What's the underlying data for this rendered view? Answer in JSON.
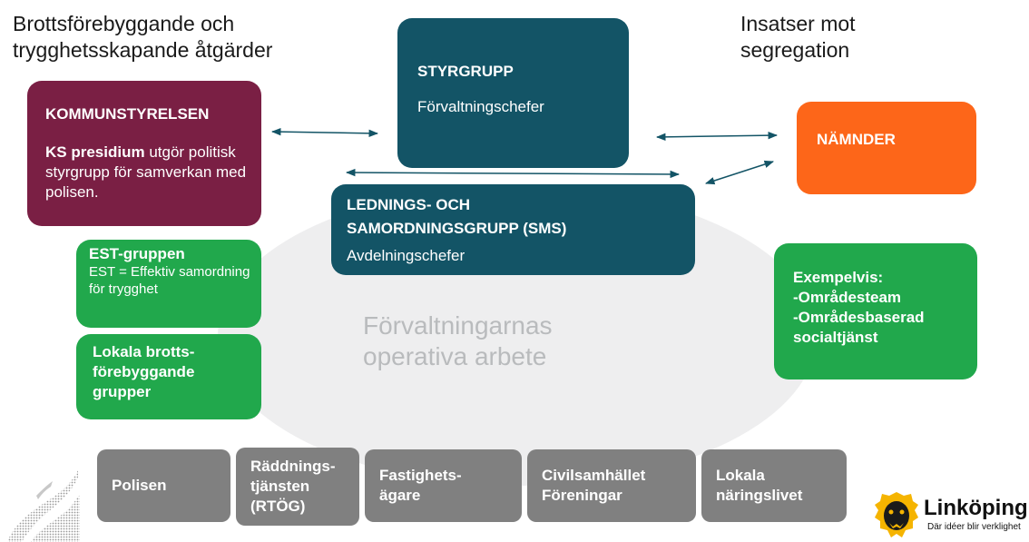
{
  "headings": {
    "left": "Brottsförebyggande och\ntrygghetsskapande åtgärder",
    "right": "Insatser mot\nsegregation"
  },
  "kommunstyrelsen": {
    "title": "KOMMUNSTYRELSEN",
    "bold_part": "KS presidium",
    "text": " utgör politisk styrgrupp för samverkan med polisen."
  },
  "styrgrupp": {
    "title": "STYRGRUPP",
    "sub": "Förvaltningschefer"
  },
  "sms": {
    "title": "LEDNINGS- OCH\nSAMORDNINGSGRUPP (SMS)",
    "sub": "Avdelningschefer"
  },
  "namnder": {
    "title": "NÄMNDER"
  },
  "est": {
    "title": "EST-gruppen",
    "text": "EST = Effektiv samordning för trygghet"
  },
  "lokala_grupper": {
    "title": "Lokala brotts-\nförebyggande\ngrupper"
  },
  "exempelvis": {
    "title": "Exempelvis:",
    "line1": "-Områdesteam",
    "line2": "-Områdesbaserad socialtjänst"
  },
  "center_text": "Förvaltningarnas\noperativa arbete",
  "partners": [
    {
      "label": "Polisen"
    },
    {
      "label": "Räddnings-\ntjänsten\n(RTÖG)"
    },
    {
      "label": "Fastighets-\nägare"
    },
    {
      "label": "Civilsamhället\nFöreningar"
    },
    {
      "label": "Lokala\nnäringslivet"
    }
  ],
  "logo": {
    "name": "Linköping",
    "tagline": "Där idéer blir verklighet"
  },
  "colors": {
    "kommunstyrelsen": "#7a1f44",
    "styrgrupp": "#135466",
    "sms": "#135466",
    "namnder": "#fd6619",
    "green": "#21a84c",
    "partner_gray": "#808080",
    "arrow": "#135466",
    "ellipse": "#eeeeef",
    "center_text": "#b9bbbd"
  },
  "icons": {
    "logo": "linkoping-lion-logo",
    "deco": "dotted-wave-graphic"
  }
}
